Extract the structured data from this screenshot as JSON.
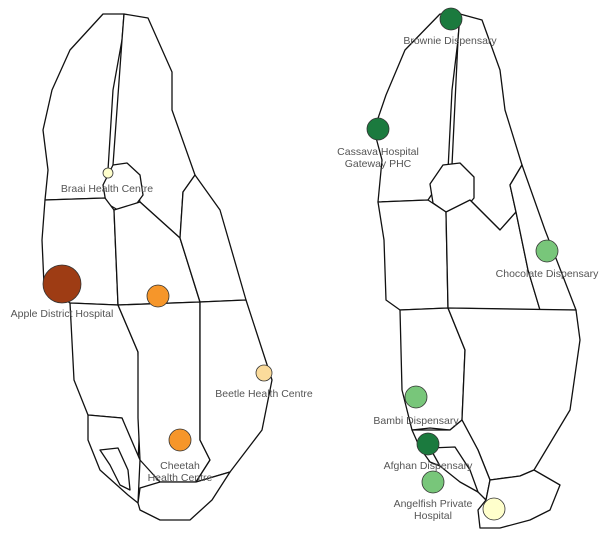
{
  "maps": [
    {
      "id": "left-map",
      "facilities": [
        {
          "key": "braai",
          "label_lines": [
            "Braai Health Centre"
          ],
          "color": "#ffffcc",
          "size": "xs"
        },
        {
          "key": "apple",
          "label_lines": [
            "Apple District Hospital"
          ],
          "color": "#9e3c14",
          "size": "xl"
        },
        {
          "key": "orange-mid",
          "label_lines": [],
          "color": "#f6962a",
          "size": "m"
        },
        {
          "key": "beetle",
          "label_lines": [
            "Beetle Health Centre"
          ],
          "color": "#fbdb9b",
          "size": "s"
        },
        {
          "key": "cheetah",
          "label_lines": [
            "Cheetah",
            "Health Centre"
          ],
          "color": "#f6962a",
          "size": "m"
        }
      ]
    },
    {
      "id": "right-map",
      "facilities": [
        {
          "key": "brownie",
          "label_lines": [
            "Brownie Dispensary"
          ],
          "color": "#1b7a3e",
          "size": "m"
        },
        {
          "key": "cassava",
          "label_lines": [
            "Cassava Hospital",
            "Gateway PHC"
          ],
          "color": "#1b7a3e",
          "size": "m"
        },
        {
          "key": "chocolate",
          "label_lines": [
            "Chocolate Dispensary"
          ],
          "color": "#78c67a",
          "size": "m"
        },
        {
          "key": "bambi",
          "label_lines": [
            "Bambi Dispensary"
          ],
          "color": "#78c67a",
          "size": "m"
        },
        {
          "key": "afghan",
          "label_lines": [
            "Afghan Dispensary"
          ],
          "color": "#1b7a3e",
          "size": "m"
        },
        {
          "key": "angelfish",
          "label_lines": [
            "Angelfish Private",
            "Hospital"
          ],
          "color": "#78c67a",
          "size": "m"
        },
        {
          "key": "pale-south",
          "label_lines": [],
          "color": "#ffffcc",
          "size": "m"
        }
      ]
    }
  ]
}
